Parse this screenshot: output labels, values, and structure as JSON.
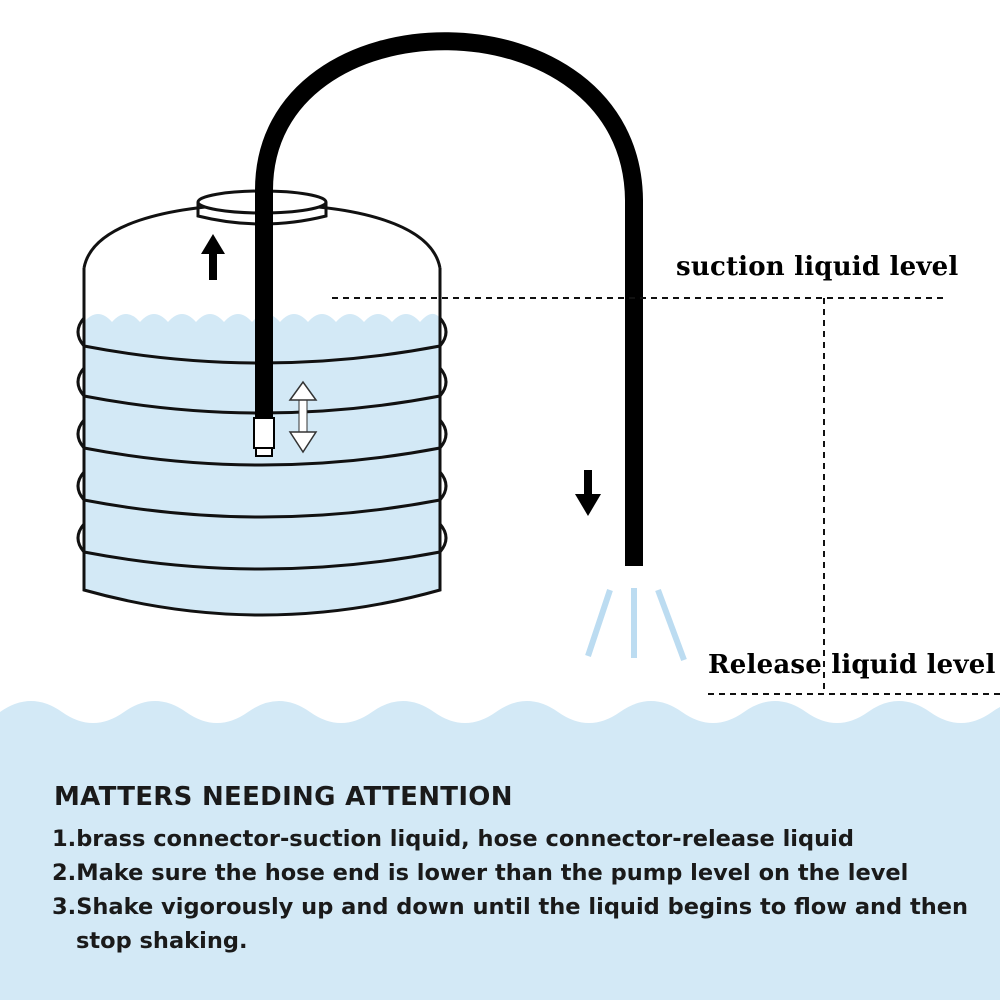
{
  "diagram": {
    "labels": {
      "suction_level": "suction liquid level",
      "release_level": "Release liquid level"
    },
    "colors": {
      "water": "#d3e9f6",
      "outline": "#111111",
      "hose": "#000000",
      "stream": "#bcdcf1"
    }
  },
  "notes": {
    "title": "MATTERS NEEDING ATTENTION",
    "items": [
      "1.brass connector-suction liquid, hose connector-release liquid",
      "2.Make sure the hose end is lower than the pump level on the level",
      "3.Shake vigorously up and down until the liquid begins to flow and then stop shaking."
    ]
  }
}
